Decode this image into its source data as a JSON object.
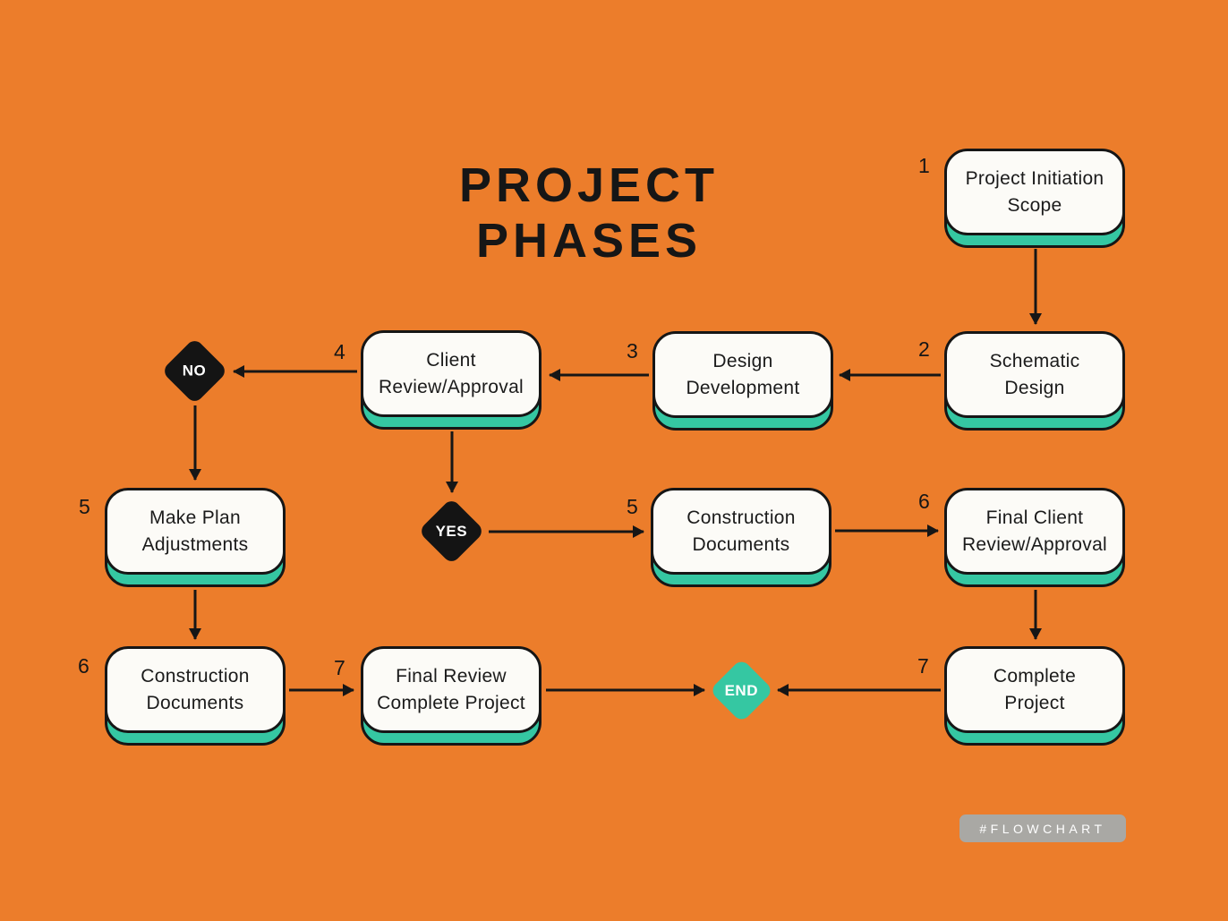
{
  "title": "PROJECT PHASES",
  "badge": "#FLOWCHART",
  "colors": {
    "background": "#EC7D2B",
    "node_fill": "#FCFBF7",
    "outline": "#161616",
    "accent_teal": "#35C7A2",
    "decision_black": "#141414",
    "badge_bg": "#A9A8A4",
    "badge_text": "#FFFFFF"
  },
  "nodes": [
    {
      "number": "1",
      "label": "Project Initiation Scope",
      "lines": [
        "Project Initiation",
        "Scope"
      ]
    },
    {
      "number": "2",
      "label": "Schematic Design",
      "lines": [
        "Schematic",
        "Design"
      ]
    },
    {
      "number": "3",
      "label": "Design Development",
      "lines": [
        "Design",
        "Development"
      ]
    },
    {
      "number": "4",
      "label": "Client Review/Approval",
      "lines": [
        "Client",
        "Review/Approval"
      ]
    },
    {
      "number": "5",
      "label": "Make Plan Adjustments",
      "lines": [
        "Make Plan",
        "Adjustments"
      ]
    },
    {
      "number": "5",
      "label": "Construction Documents",
      "lines": [
        "Construction",
        "Documents"
      ]
    },
    {
      "number": "6",
      "label": "Final Client Review/Approval",
      "lines": [
        "Final Client",
        "Review/Approval"
      ]
    },
    {
      "number": "6",
      "label": "Construction Documents",
      "lines": [
        "Construction",
        "Documents"
      ]
    },
    {
      "number": "7",
      "label": "Final Review Complete Project",
      "lines": [
        "Final Review",
        "Complete Project"
      ]
    },
    {
      "number": "7",
      "label": "Complete Project",
      "lines": [
        "Complete",
        "Project"
      ]
    }
  ],
  "decisions": [
    {
      "label": "NO"
    },
    {
      "label": "YES"
    },
    {
      "label": "END"
    }
  ],
  "edges": [
    {
      "from": "Project Initiation Scope",
      "to": "Schematic Design"
    },
    {
      "from": "Schematic Design",
      "to": "Design Development"
    },
    {
      "from": "Design Development",
      "to": "Client Review/Approval"
    },
    {
      "from": "Client Review/Approval",
      "to": "NO"
    },
    {
      "from": "NO",
      "to": "Make Plan Adjustments"
    },
    {
      "from": "Client Review/Approval",
      "to": "YES"
    },
    {
      "from": "YES",
      "to": "Construction Documents (5)"
    },
    {
      "from": "Construction Documents (5)",
      "to": "Final Client Review/Approval"
    },
    {
      "from": "Final Client Review/Approval",
      "to": "Complete Project"
    },
    {
      "from": "Complete Project",
      "to": "END"
    },
    {
      "from": "Make Plan Adjustments",
      "to": "Construction Documents (6)"
    },
    {
      "from": "Construction Documents (6)",
      "to": "Final Review Complete Project"
    },
    {
      "from": "Final Review Complete Project",
      "to": "END"
    }
  ]
}
